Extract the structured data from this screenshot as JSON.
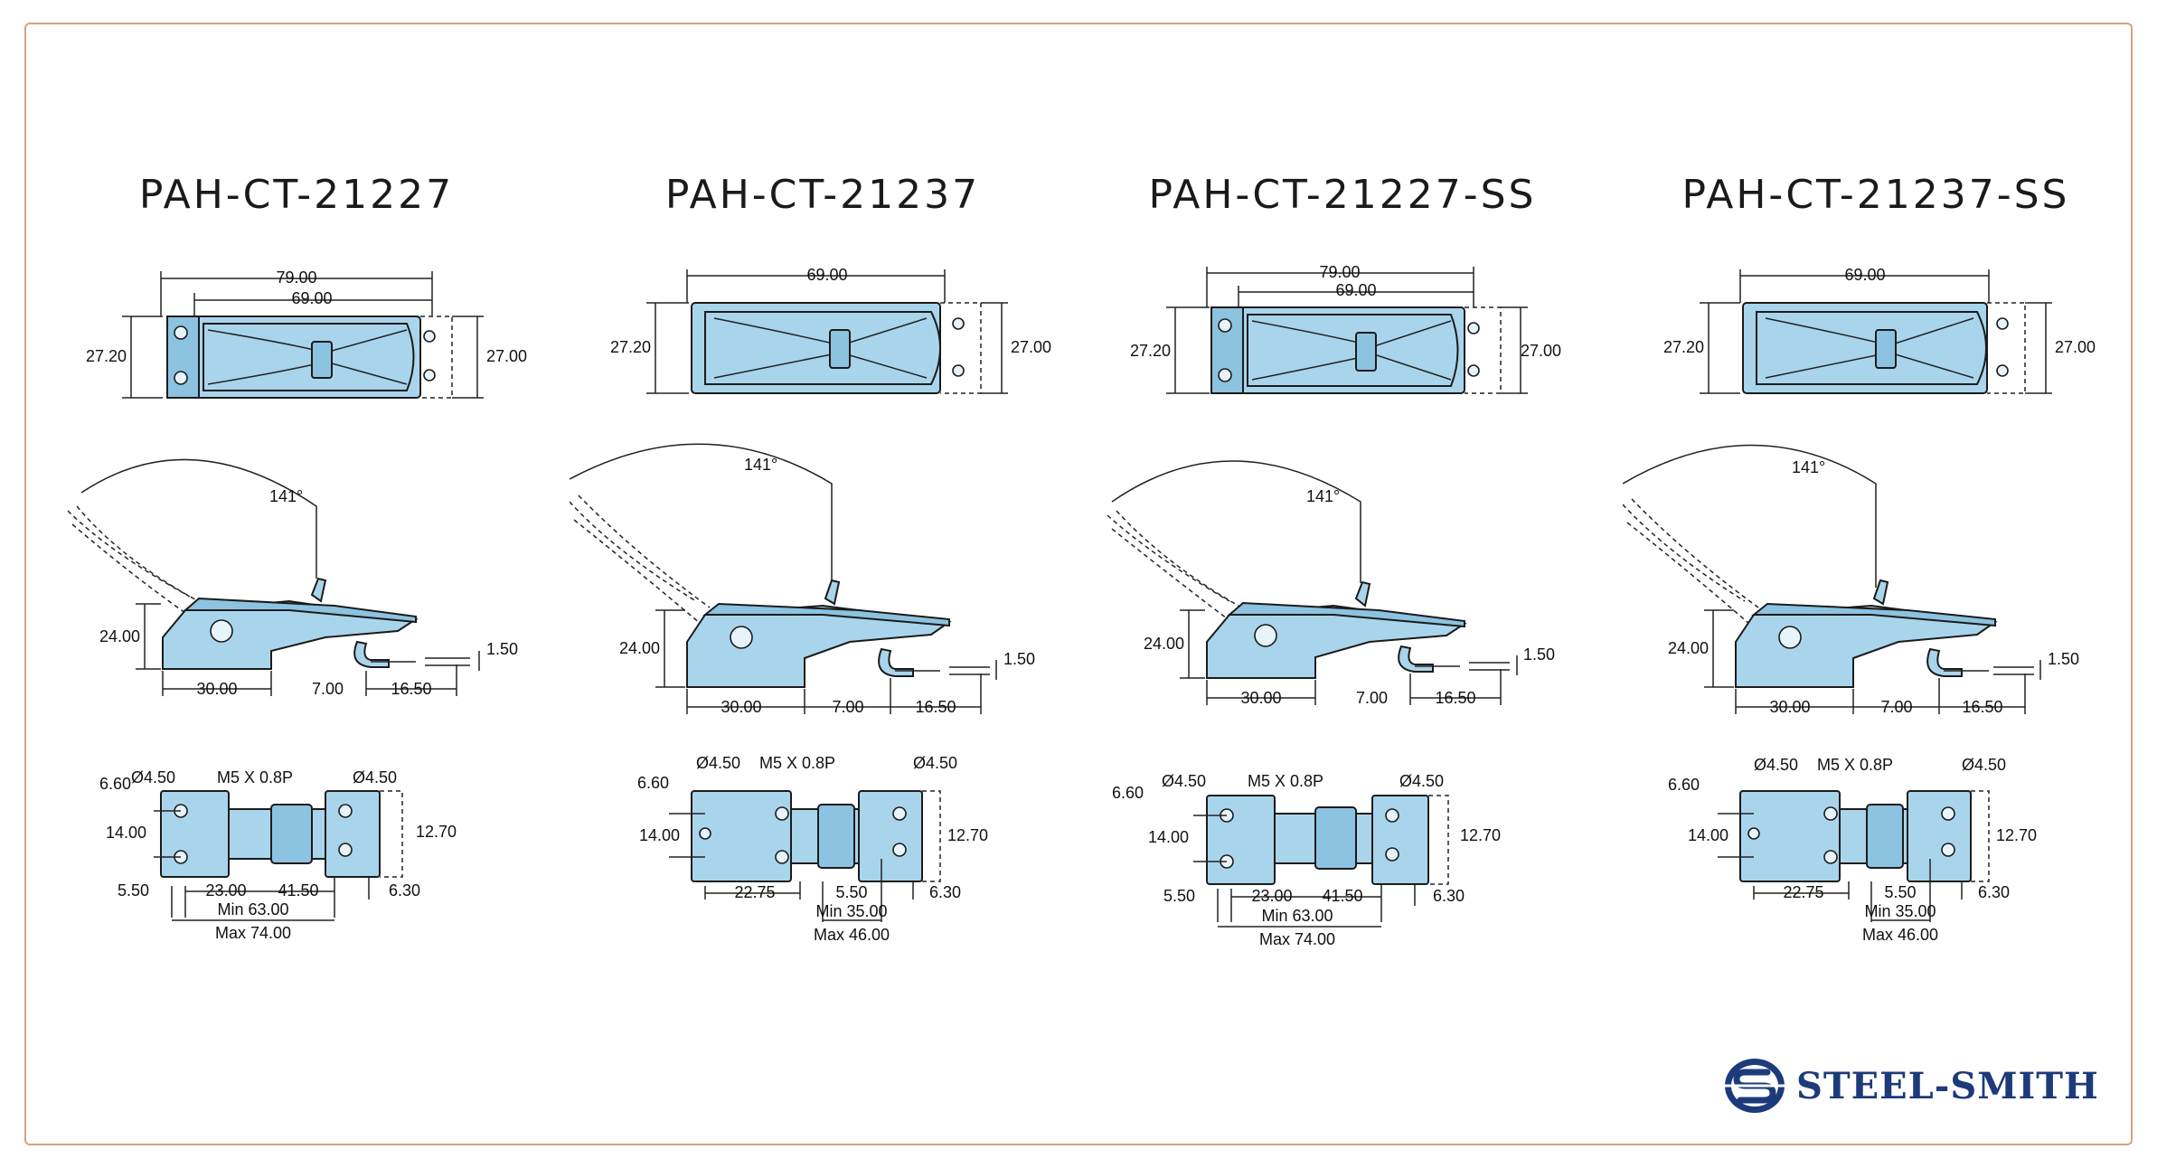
{
  "variants": [
    {
      "title": "PAH-CT-21227",
      "top_view": {
        "overall_width": "79.00",
        "body_width": "69.00",
        "left_height": "27.20",
        "right_height": "27.00"
      },
      "side_view": {
        "angle": "141°",
        "height": "24.00",
        "base": "30.00",
        "gap": "7.00",
        "hook": "16.50",
        "thickness": "1.50"
      },
      "bottom_view": {
        "hole_left": "Ø4.50",
        "screw": "M5 X 0.8P",
        "hole_right": "Ø4.50",
        "offset_top": "6.60",
        "hole_pitch": "14.00",
        "keeper_pitch": "12.70",
        "edge": "5.50",
        "span_a": "23.00",
        "span_b": "41.50",
        "keeper_edge": "6.30",
        "min_len": "Min 63.00",
        "max_len": "Max 74.00"
      }
    },
    {
      "title": "PAH-CT-21237",
      "top_view": {
        "overall_width": "69.00",
        "left_height": "27.20",
        "right_height": "27.00"
      },
      "side_view": {
        "angle": "141°",
        "height": "24.00",
        "base": "30.00",
        "gap": "7.00",
        "hook": "16.50",
        "thickness": "1.50"
      },
      "bottom_view": {
        "hole_left": "Ø4.50",
        "screw": "M5 X 0.8P",
        "hole_right": "Ø4.50",
        "offset_top": "6.60",
        "hole_pitch": "14.00",
        "keeper_pitch": "12.70",
        "span_a": "22.75",
        "span_b": "5.50",
        "keeper_edge": "6.30",
        "min_len": "Min 35.00",
        "max_len": "Max 46.00"
      }
    },
    {
      "title": "PAH-CT-21227-SS",
      "top_view": {
        "overall_width": "79.00",
        "body_width": "69.00",
        "left_height": "27.20",
        "right_height": "27.00"
      },
      "side_view": {
        "angle": "141°",
        "height": "24.00",
        "base": "30.00",
        "gap": "7.00",
        "hook": "16.50",
        "thickness": "1.50"
      },
      "bottom_view": {
        "hole_left": "Ø4.50",
        "screw": "M5 X 0.8P",
        "hole_right": "Ø4.50",
        "offset_top": "6.60",
        "hole_pitch": "14.00",
        "keeper_pitch": "12.70",
        "edge": "5.50",
        "span_a": "23.00",
        "span_b": "41.50",
        "keeper_edge": "6.30",
        "min_len": "Min 63.00",
        "max_len": "Max 74.00"
      }
    },
    {
      "title": "PAH-CT-21237-SS",
      "top_view": {
        "overall_width": "69.00",
        "left_height": "27.20",
        "right_height": "27.00"
      },
      "side_view": {
        "angle": "141°",
        "height": "24.00",
        "base": "30.00",
        "gap": "7.00",
        "hook": "16.50",
        "thickness": "1.50"
      },
      "bottom_view": {
        "hole_left": "Ø4.50",
        "screw": "M5 X 0.8P",
        "hole_right": "Ø4.50",
        "offset_top": "6.60",
        "hole_pitch": "14.00",
        "keeper_pitch": "12.70",
        "span_a": "22.75",
        "span_b": "5.50",
        "keeper_edge": "6.30",
        "min_len": "Min 35.00",
        "max_len": "Max 46.00"
      }
    }
  ],
  "brand": {
    "name": "STEEL-SMITH",
    "logo_icon": "steel-smith-s-logo",
    "primary_color": "#1d3a7a",
    "part_color": "#a9d5ec",
    "frame_color": "#d9a27e"
  }
}
